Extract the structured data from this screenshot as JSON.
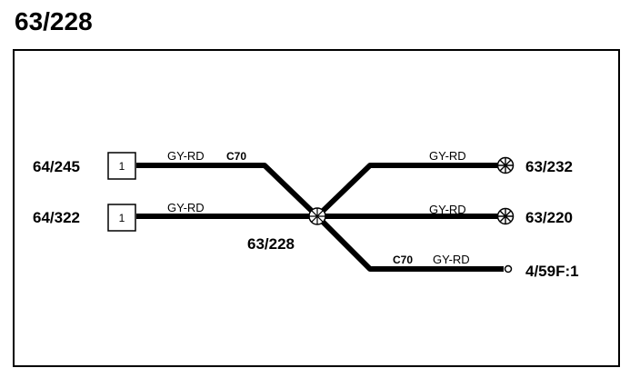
{
  "title": "63/228",
  "splice": {
    "label": "63/228"
  },
  "left_connectors": [
    {
      "id": "64/245",
      "pin": "1",
      "wire_color": "GY-RD",
      "connector": "C70"
    },
    {
      "id": "64/322",
      "pin": "1",
      "wire_color": "GY-RD"
    }
  ],
  "right_terminals": [
    {
      "id": "63/232",
      "wire_color": "GY-RD",
      "symbol": "splice-star-icon"
    },
    {
      "id": "63/220",
      "wire_color": "GY-RD",
      "symbol": "splice-star-icon"
    },
    {
      "id": "4/59F:1",
      "wire_color": "GY-RD",
      "connector": "C70",
      "symbol": "pin-end-icon"
    }
  ],
  "colors": {
    "line": "#000000",
    "background": "#ffffff"
  }
}
